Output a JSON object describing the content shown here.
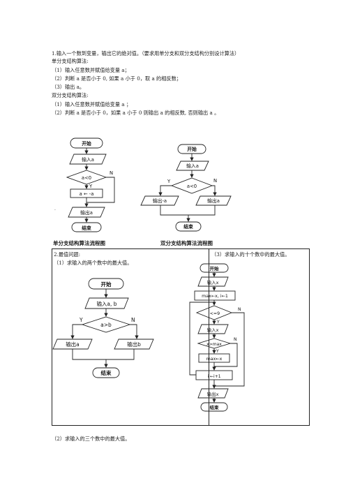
{
  "intro": {
    "line1": "1.输入一个数到变量，输出它的绝对值。（要求用单分支和双分支结构分别设计算法）",
    "line2": "单分支结构算法:",
    "line3": "（1）输入任意数并赋值给变量 a；",
    "line4": "（2）判断 a 是否小于 0, 如果 a 小于 0，取 a 的相反数；",
    "line5": "（3）输出 a。",
    "line6": "双分支结构算法:",
    "line7": "（1）输入任意数并赋值给变量 a ；",
    "line8": "（2）判断 a 是否小于 0，如果 a 小于 0 则输出 a 的相反数, 否则输出 a 。"
  },
  "flow_single": {
    "start": "开始",
    "input": "输入a",
    "cond": "a<0",
    "yes": "Y",
    "no": "N",
    "assign": "a ← -a",
    "output": "输出a",
    "end": "结束",
    "caption": "单分支结构算法流程图"
  },
  "flow_double": {
    "start": "开始",
    "input": "输入a",
    "cond": "a<0",
    "yes": "Y",
    "no": "N",
    "out_neg": "输出-a",
    "out_pos": "输出a",
    "end": "结束",
    "caption": "双分支结构算法流程图"
  },
  "section2": {
    "title": "2.最值问题:",
    "q1": "（1）求输入的两个数中的最大值。",
    "q3": "（3）求输入的十个数中的最大值。",
    "q2": "（2）求输入的三个数中的最大值。"
  },
  "flow_max2": {
    "start": "开始",
    "input": "输入a, b",
    "cond": "a>b",
    "yes": "Y",
    "no": "N",
    "out_a": "输出a",
    "out_b": "输出b",
    "end": "结束"
  },
  "flow_max10": {
    "start": "开始",
    "input1": "输入x",
    "init": "max←x, i←1",
    "cond1": "i<=9",
    "yes1": "Y",
    "no1": "N",
    "input2": "输入x",
    "cond2": "x>max",
    "yes2": "Y",
    "no2": "N",
    "assign": "max←x",
    "incr": "i ←i+1",
    "output": "输出x",
    "end": "结束"
  }
}
